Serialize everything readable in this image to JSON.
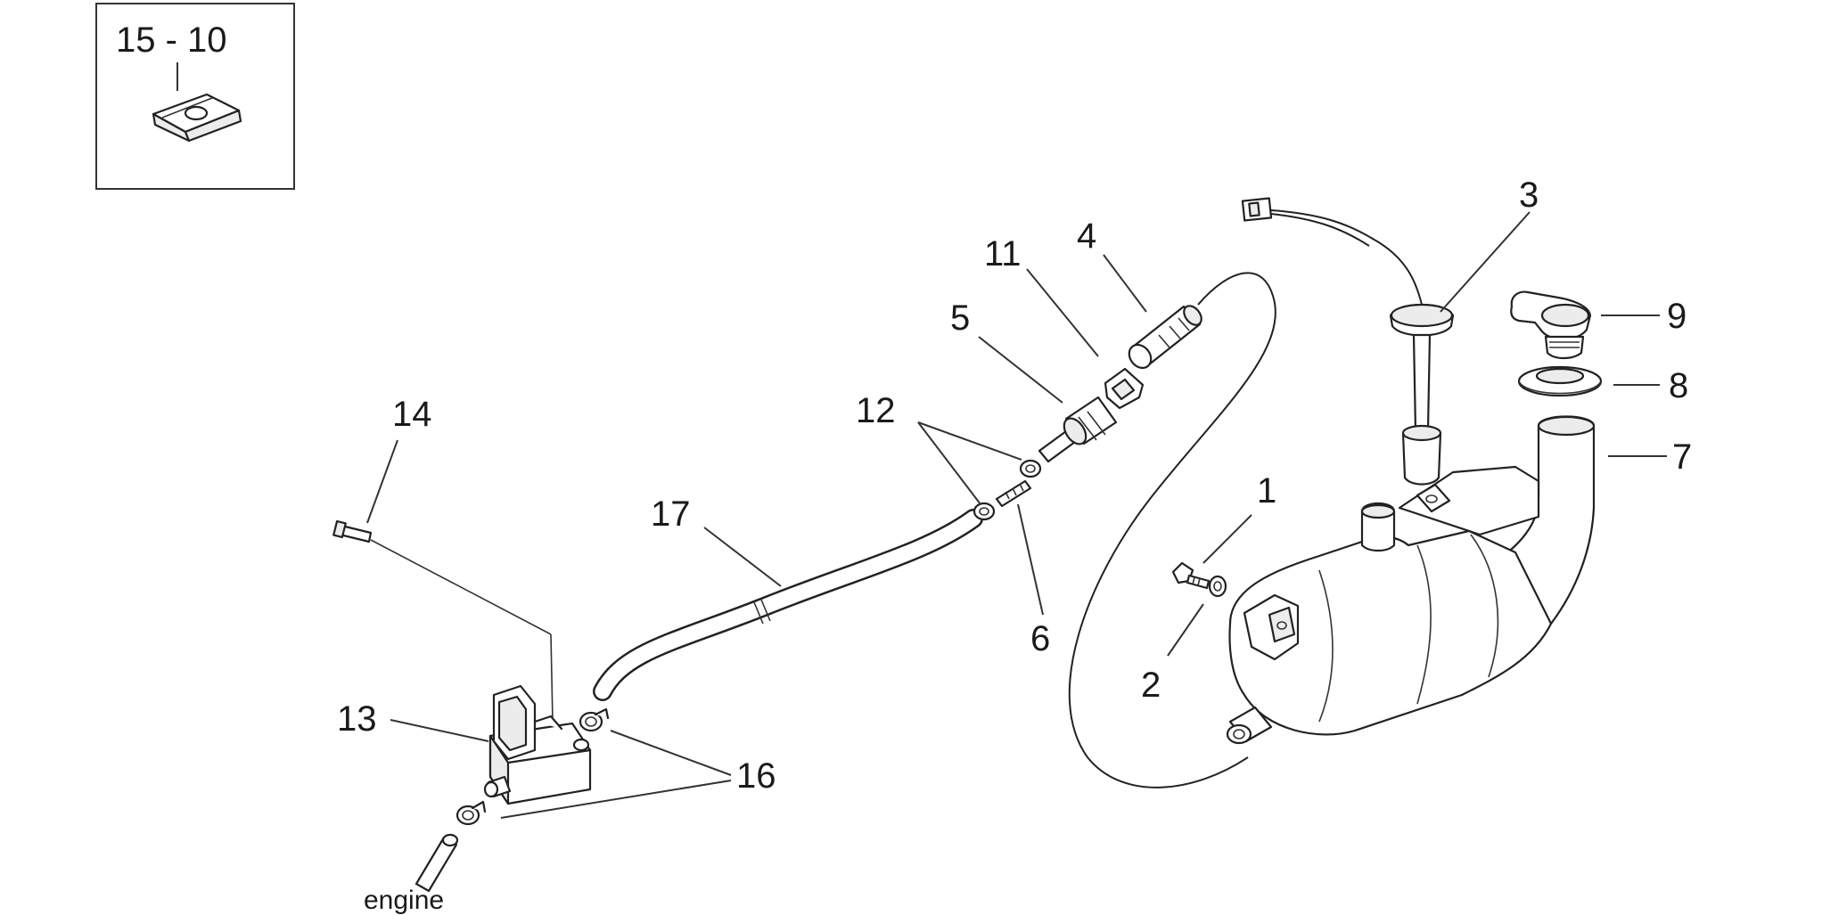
{
  "inset": {
    "label": "15 - 10"
  },
  "labels": {
    "p1": "1",
    "p2": "2",
    "p3": "3",
    "p4": "4",
    "p5": "5",
    "p6": "6",
    "p7": "7",
    "p8": "8",
    "p9": "9",
    "p11": "11",
    "p12": "12",
    "p13": "13",
    "p14": "14",
    "p16": "16",
    "p17": "17"
  },
  "engine_label": "engine"
}
